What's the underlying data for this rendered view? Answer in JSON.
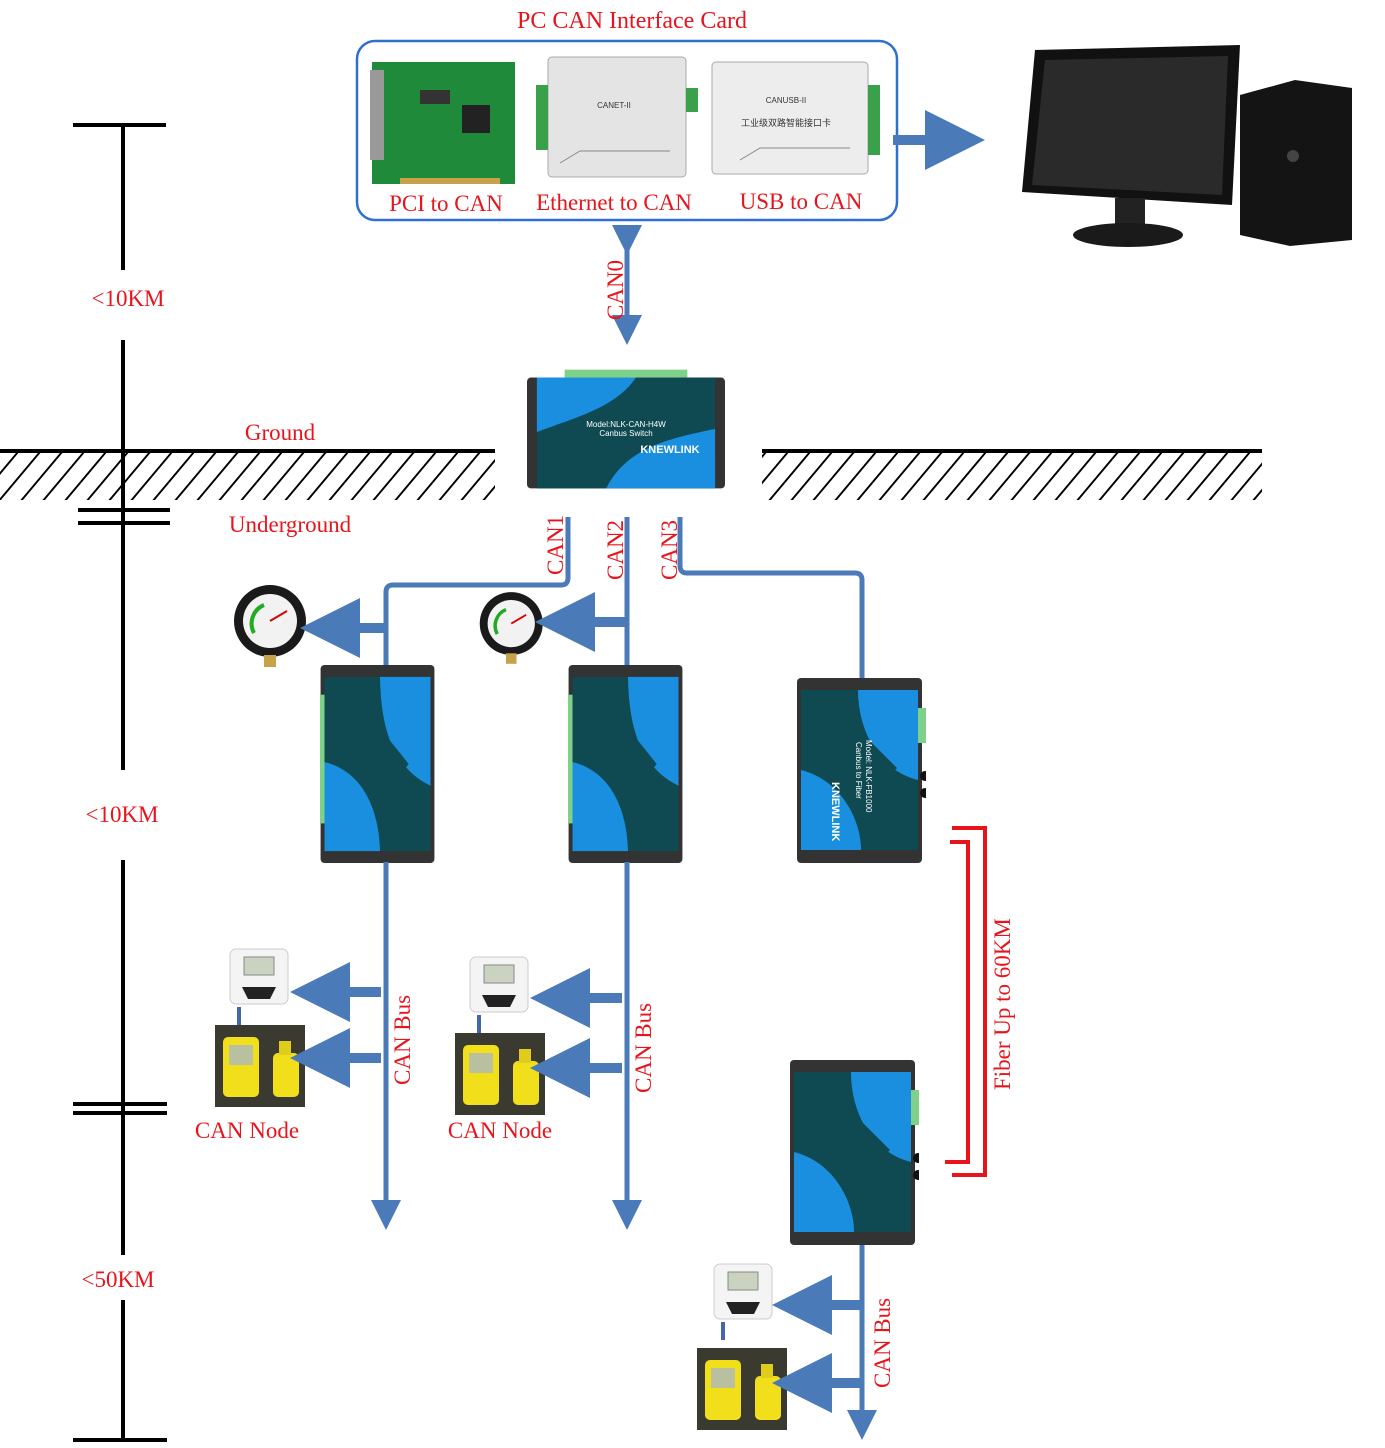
{
  "header": {
    "title": "PC CAN Interface Card"
  },
  "interface_cards": [
    {
      "label": "PCI to CAN"
    },
    {
      "label": "Ethernet to CAN",
      "device_text": "CANET-II"
    },
    {
      "label": "USB to CAN",
      "device_text": "CANUSB-II",
      "device_subtext": "工业级双路智能接口卡"
    }
  ],
  "zones": {
    "ground": "Ground",
    "underground": "Underground"
  },
  "distances": [
    "<10KM",
    "<10KM",
    "<50KM"
  ],
  "channels": {
    "can0": "CAN0",
    "can1": "CAN1",
    "can2": "CAN2",
    "can3": "CAN3"
  },
  "switch_device": {
    "model": "Model:NLK-CAN-H4W",
    "type": "Canbus Switch",
    "brand": "KNEWLINK"
  },
  "fiber_device": {
    "model": "Model: NLK-FB1000",
    "type": "Canbus to Fiber",
    "brand": "KNEWLINK"
  },
  "bus_label": "CAN Bus",
  "node_label": "CAN Node",
  "fiber_label": "Fiber Up to 60KM",
  "colors": {
    "text": "#e8141c",
    "bus": "#4a7ab8",
    "frame": "#2f6fd0",
    "fiber": "#e8141c"
  }
}
